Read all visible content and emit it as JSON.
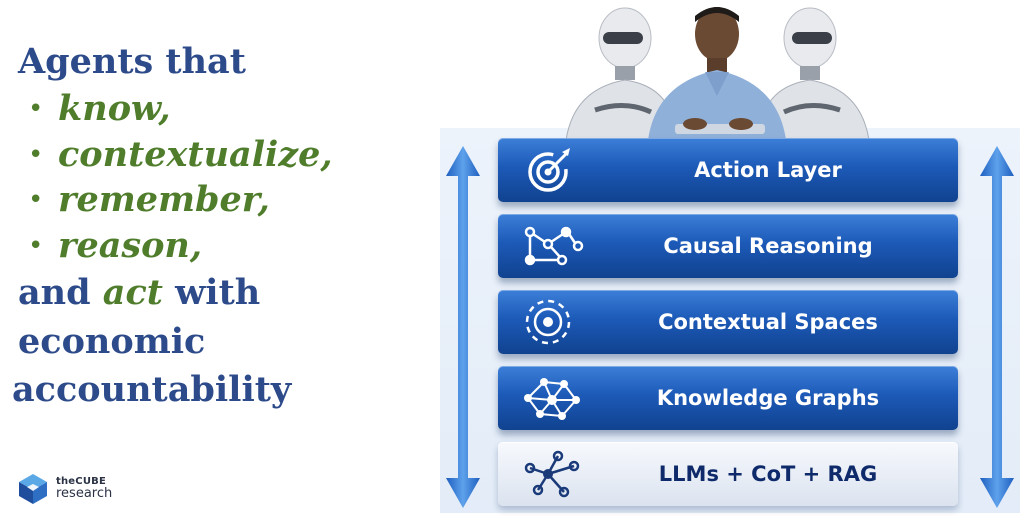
{
  "heading": {
    "line1": "Agents that",
    "bullet_char": "•",
    "items": [
      "know,",
      "contextualize,",
      "remember,",
      "reason,"
    ],
    "act_prefix": "and ",
    "act_word": "act",
    "act_suffix": " with",
    "line_economic": "economic",
    "line_accountability": "accountability"
  },
  "logo": {
    "top": "theCUBE",
    "bottom": "research"
  },
  "stack": {
    "layers": [
      {
        "label": "Action Layer",
        "icon": "target-icon"
      },
      {
        "label": "Causal Reasoning",
        "icon": "causal-graph-icon"
      },
      {
        "label": "Contextual Spaces",
        "icon": "concentric-circles-icon"
      },
      {
        "label": "Knowledge Graphs",
        "icon": "network-graph-icon"
      },
      {
        "label": "LLMs + CoT + RAG",
        "icon": "node-tree-icon"
      }
    ],
    "colors": {
      "layer_blue": "#1d5ab8",
      "base_layer": "#e9eef6",
      "arrow_blue": "#2e76d6"
    }
  },
  "colors": {
    "navy_text": "#2d4b8a",
    "green_text": "#4f7d2b"
  }
}
